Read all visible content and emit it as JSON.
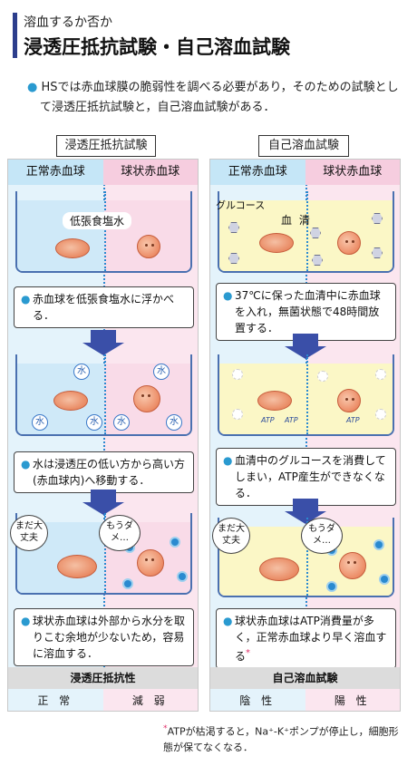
{
  "header": {
    "subtitle": "溶血するか否か",
    "title": "浸透圧抵抗試験・自己溶血試験"
  },
  "intro": "HSでは赤血球膜の脆弱性を調べる必要があり，そのための試験として浸透圧抵抗試験と，自己溶血試験がある．",
  "left_panel": {
    "title": "浸透圧抵抗試験",
    "col_left": "正常赤血球",
    "col_right": "球状赤血球",
    "solution_label": "低張食塩水",
    "water_label": "水",
    "note1": "赤血球を低張食塩水に浮かべる．",
    "note2": "水は浸透圧の低い方から高い方(赤血球内)へ移動する．",
    "bubble_left": "まだ大丈夫",
    "bubble_right": "もうダメ…",
    "note3": "球状赤血球は外部から水分を取りこむ余地が少ないため，容易に溶血する．",
    "result_title": "浸透圧抵抗性",
    "result_left": "正 常",
    "result_right": "減 弱"
  },
  "right_panel": {
    "title": "自己溶血試験",
    "col_left": "正常赤血球",
    "col_right": "球状赤血球",
    "glucose_label": "グルコース",
    "serum_label": "血 清",
    "atp_label": "ATP",
    "note1": "37℃に保った血清中に赤血球を入れ，無菌状態で48時間放置する．",
    "note2": "血清中のグルコースを消費してしまい，ATP産生ができなくなる．",
    "bubble_left": "まだ大丈夫",
    "bubble_right": "もうダメ…",
    "note3": "球状赤血球はATP消費量が多く，正常赤血球より早く溶血する",
    "note3_star": "*",
    "result_title": "自己溶血試験",
    "result_left": "陰 性",
    "result_right": "陽 性"
  },
  "footnote": {
    "star": "*",
    "text": "ATPが枯渇すると，Na⁺-K⁺ポンプが停止し，細胞形態が保てなくなる．"
  },
  "colors": {
    "accent_blue": "#2c3e8c",
    "normal_bg": "#e4f3fb",
    "spherical_bg": "#fbe6ef",
    "serum_yellow": "#fbf7c6"
  }
}
